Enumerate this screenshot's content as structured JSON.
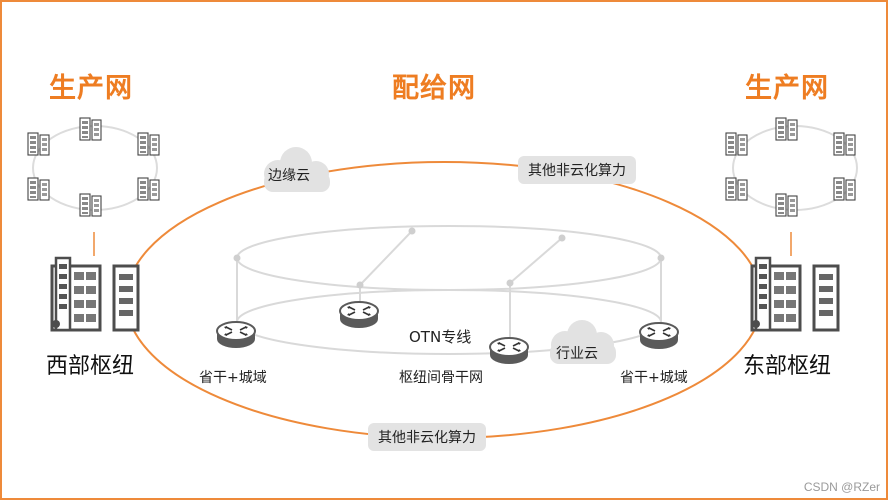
{
  "titles": {
    "left": "生产网",
    "center": "配给网",
    "right": "生产网"
  },
  "hubs": {
    "west": "西部枢纽",
    "east": "东部枢纽"
  },
  "clouds": {
    "edge": "边缘云",
    "industry": "行业云"
  },
  "pills": {
    "top_right": "其他非云化算力",
    "bottom": "其他非云化算力"
  },
  "router_labels": {
    "left": "省干+城域",
    "center": "枢纽间骨干网",
    "right": "省干+城域"
  },
  "otn_label": "OTN专线",
  "watermark": "CSDN @RZer",
  "colors": {
    "accent_orange": "#ee7d22",
    "ellipse_gray": "#d6d6d6",
    "icon_gray": "#6b6b6b"
  }
}
